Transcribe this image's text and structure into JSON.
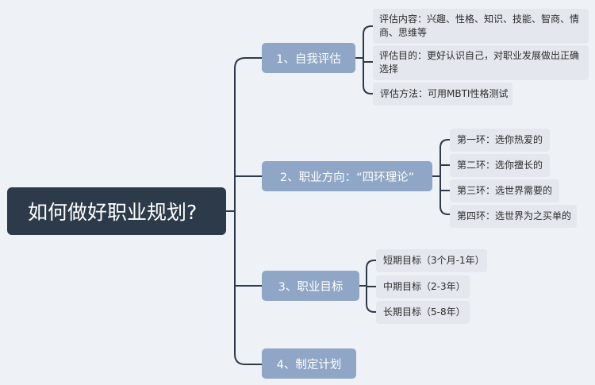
{
  "root": {
    "label": "如何做好职业规划?"
  },
  "branches": [
    {
      "label": "1、自我评估",
      "children": [
        "评估内容：兴趣、性格、知识、技能、智商、情商、思维等",
        "评估目的：更好认识自己，对职业发展做出正确选择",
        "评估方法：可用MBTI性格测试"
      ]
    },
    {
      "label": "2、职业方向：“四环理论”",
      "children": [
        "第一环：选你热爱的",
        "第二环：选你擅长的",
        "第三环：选世界需要的",
        "第四环：选世界为之买单的"
      ]
    },
    {
      "label": "3、职业目标",
      "children": [
        "短期目标（3个月-1年）",
        "中期目标（2-3年）",
        "长期目标（5-8年）"
      ]
    },
    {
      "label": "4、制定计划",
      "children": []
    }
  ],
  "colors": {
    "root_bg": "#2d3a4a",
    "branch_bg": "#8fa6c6",
    "leaf_bg": "#e4e8ee",
    "line": "#2d3a4a"
  }
}
